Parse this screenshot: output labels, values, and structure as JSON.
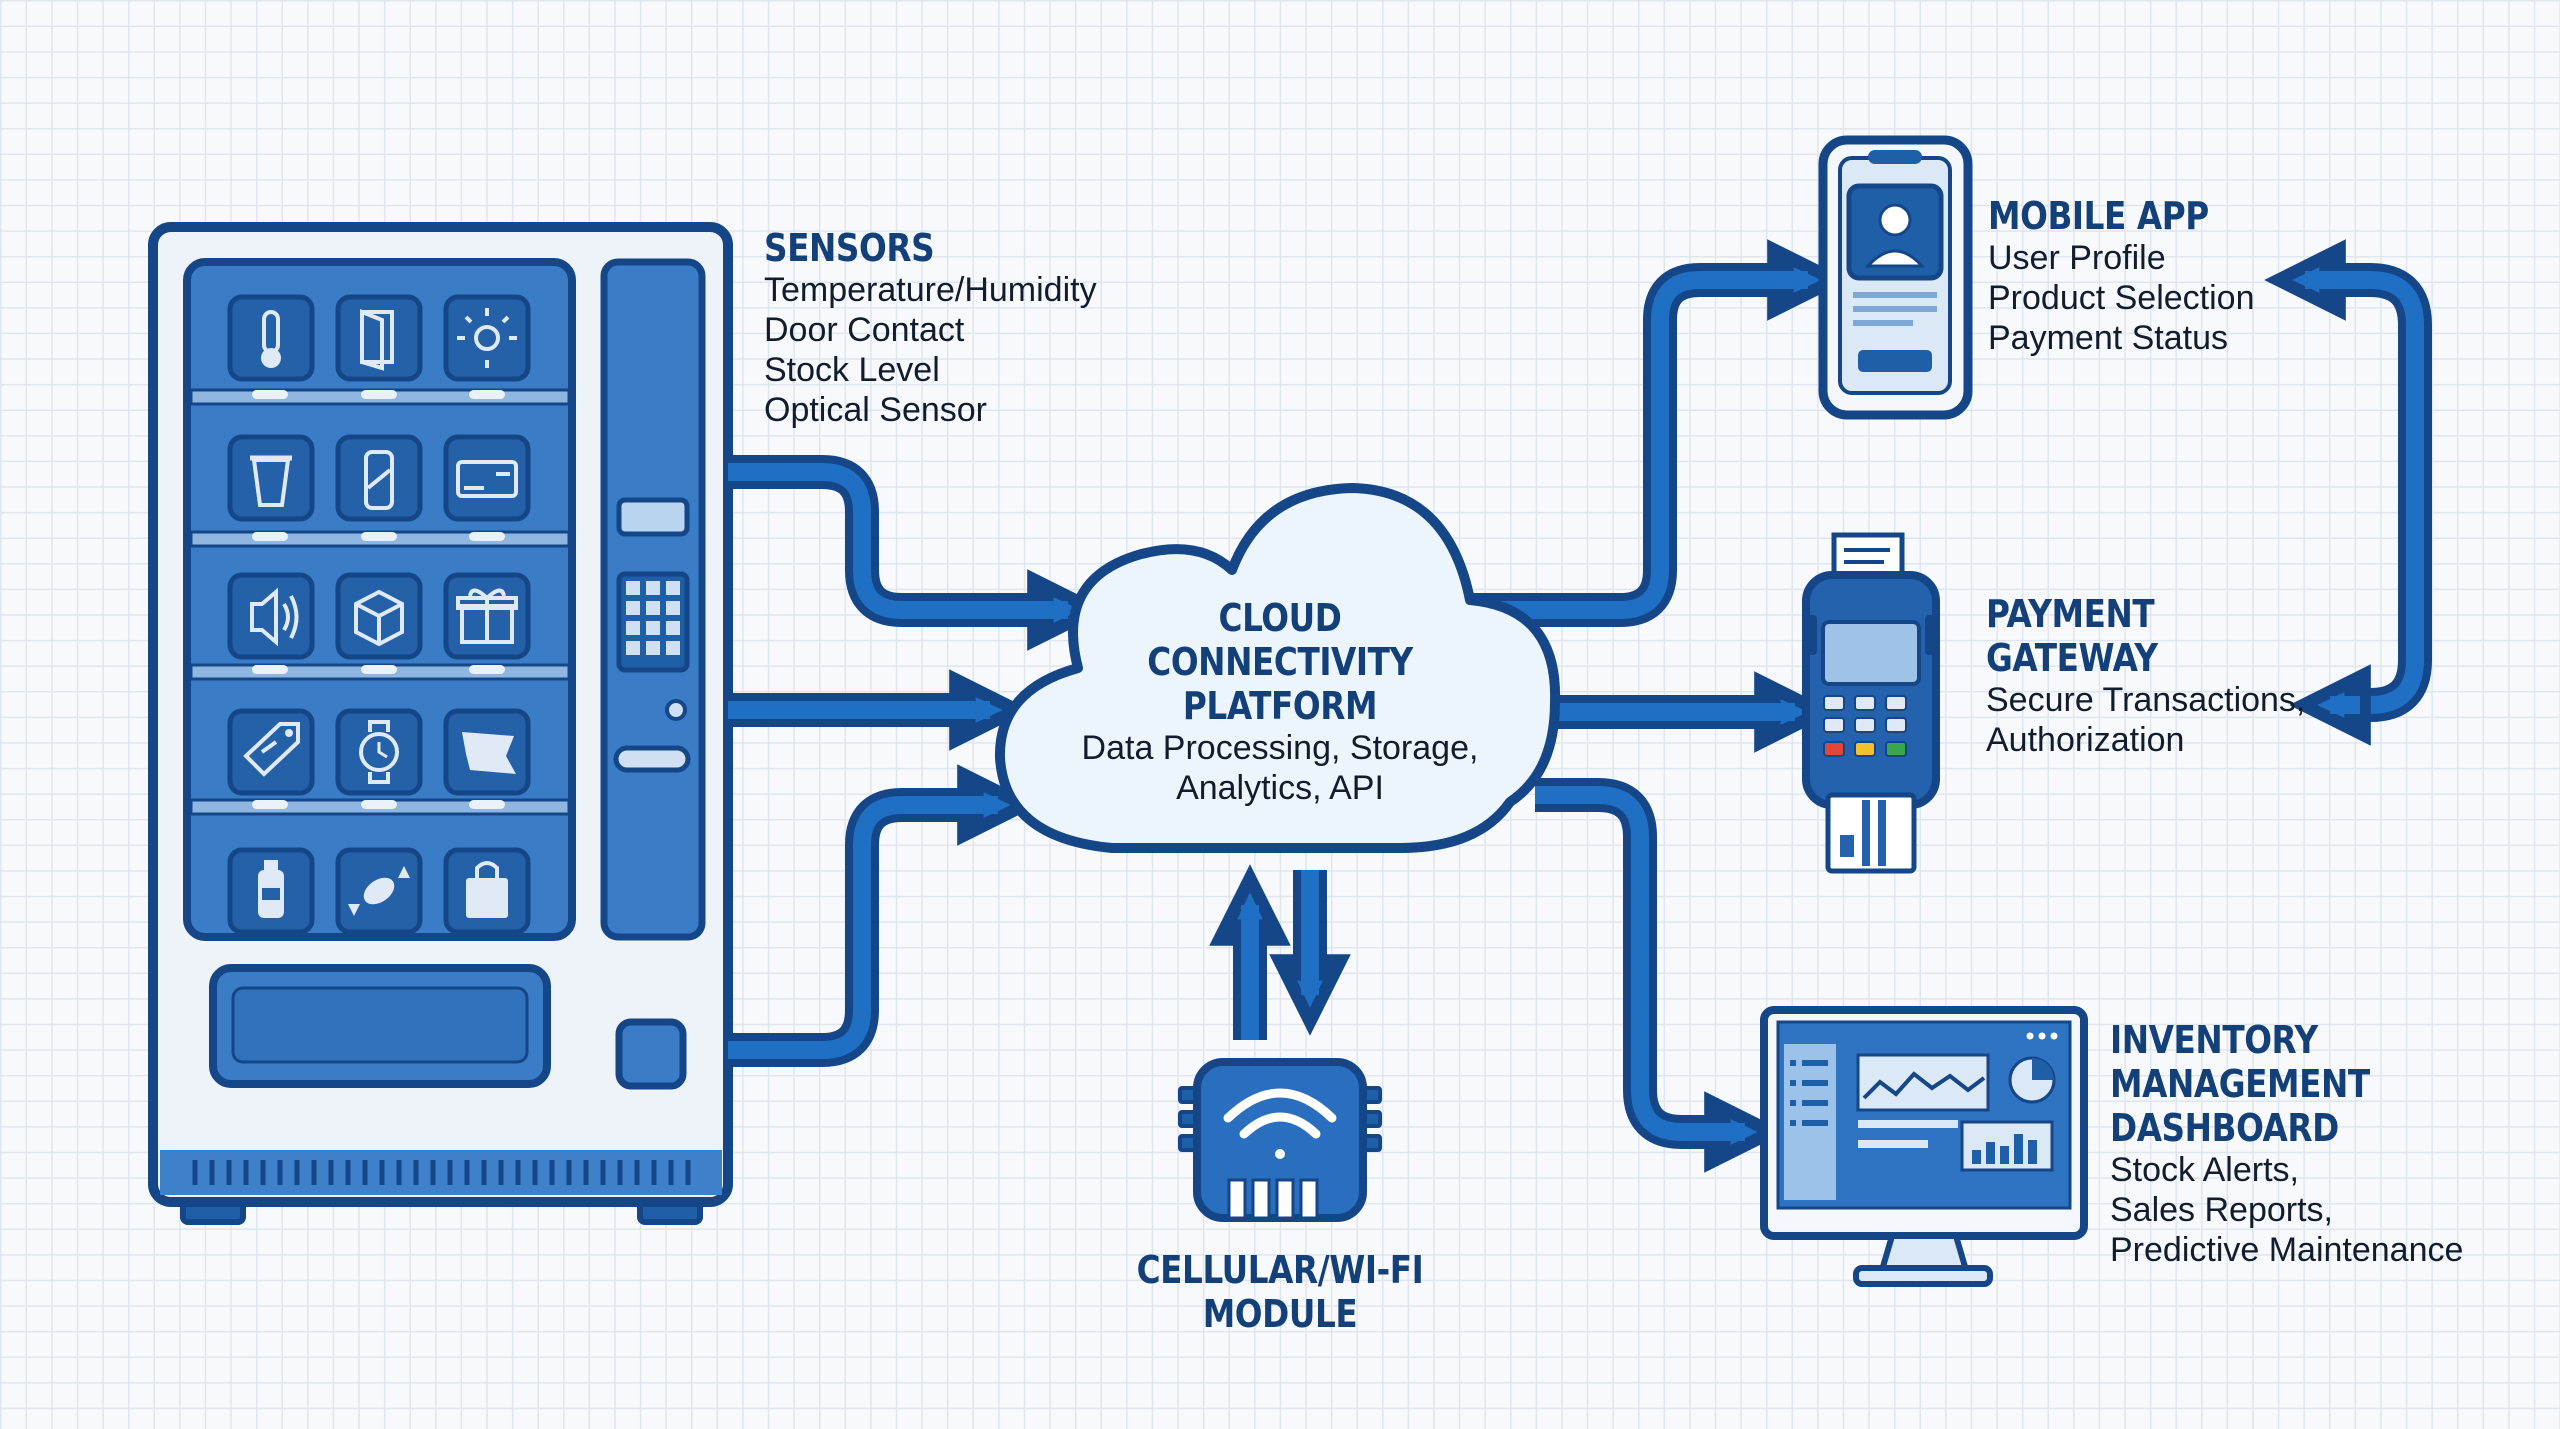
{
  "sensors": {
    "title": "SENSORS",
    "items": [
      "Temperature/Humidity",
      "Door Contact",
      "Stock Level",
      "Optical Sensor"
    ]
  },
  "cloud": {
    "title_lines": [
      "CLOUD",
      "CONNECTIVITY",
      "PLATFORM"
    ],
    "desc_lines": [
      "Data Processing, Storage,",
      "Analytics, API"
    ]
  },
  "module": {
    "title_lines": [
      "CELLULAR/WI-FI",
      "MODULE"
    ]
  },
  "mobile_app": {
    "title": "MOBILE APP",
    "items": [
      "User Profile",
      "Product Selection",
      "Payment Status"
    ]
  },
  "payment_gateway": {
    "title_lines": [
      "PAYMENT",
      "GATEWAY"
    ],
    "desc_lines": [
      "Secure Transactions,",
      "Authorization"
    ]
  },
  "inventory": {
    "title_lines": [
      "INVENTORY",
      "MANAGEMENT",
      "DASHBOARD"
    ],
    "desc_lines": [
      "Stock Alerts,",
      "Sales Reports,",
      "Predictive Maintenance"
    ]
  },
  "colors": {
    "dark_blue": "#144688",
    "mid_blue": "#1f6fc4",
    "light_blue": "#d6e6f6",
    "title_text": "#14407a"
  }
}
